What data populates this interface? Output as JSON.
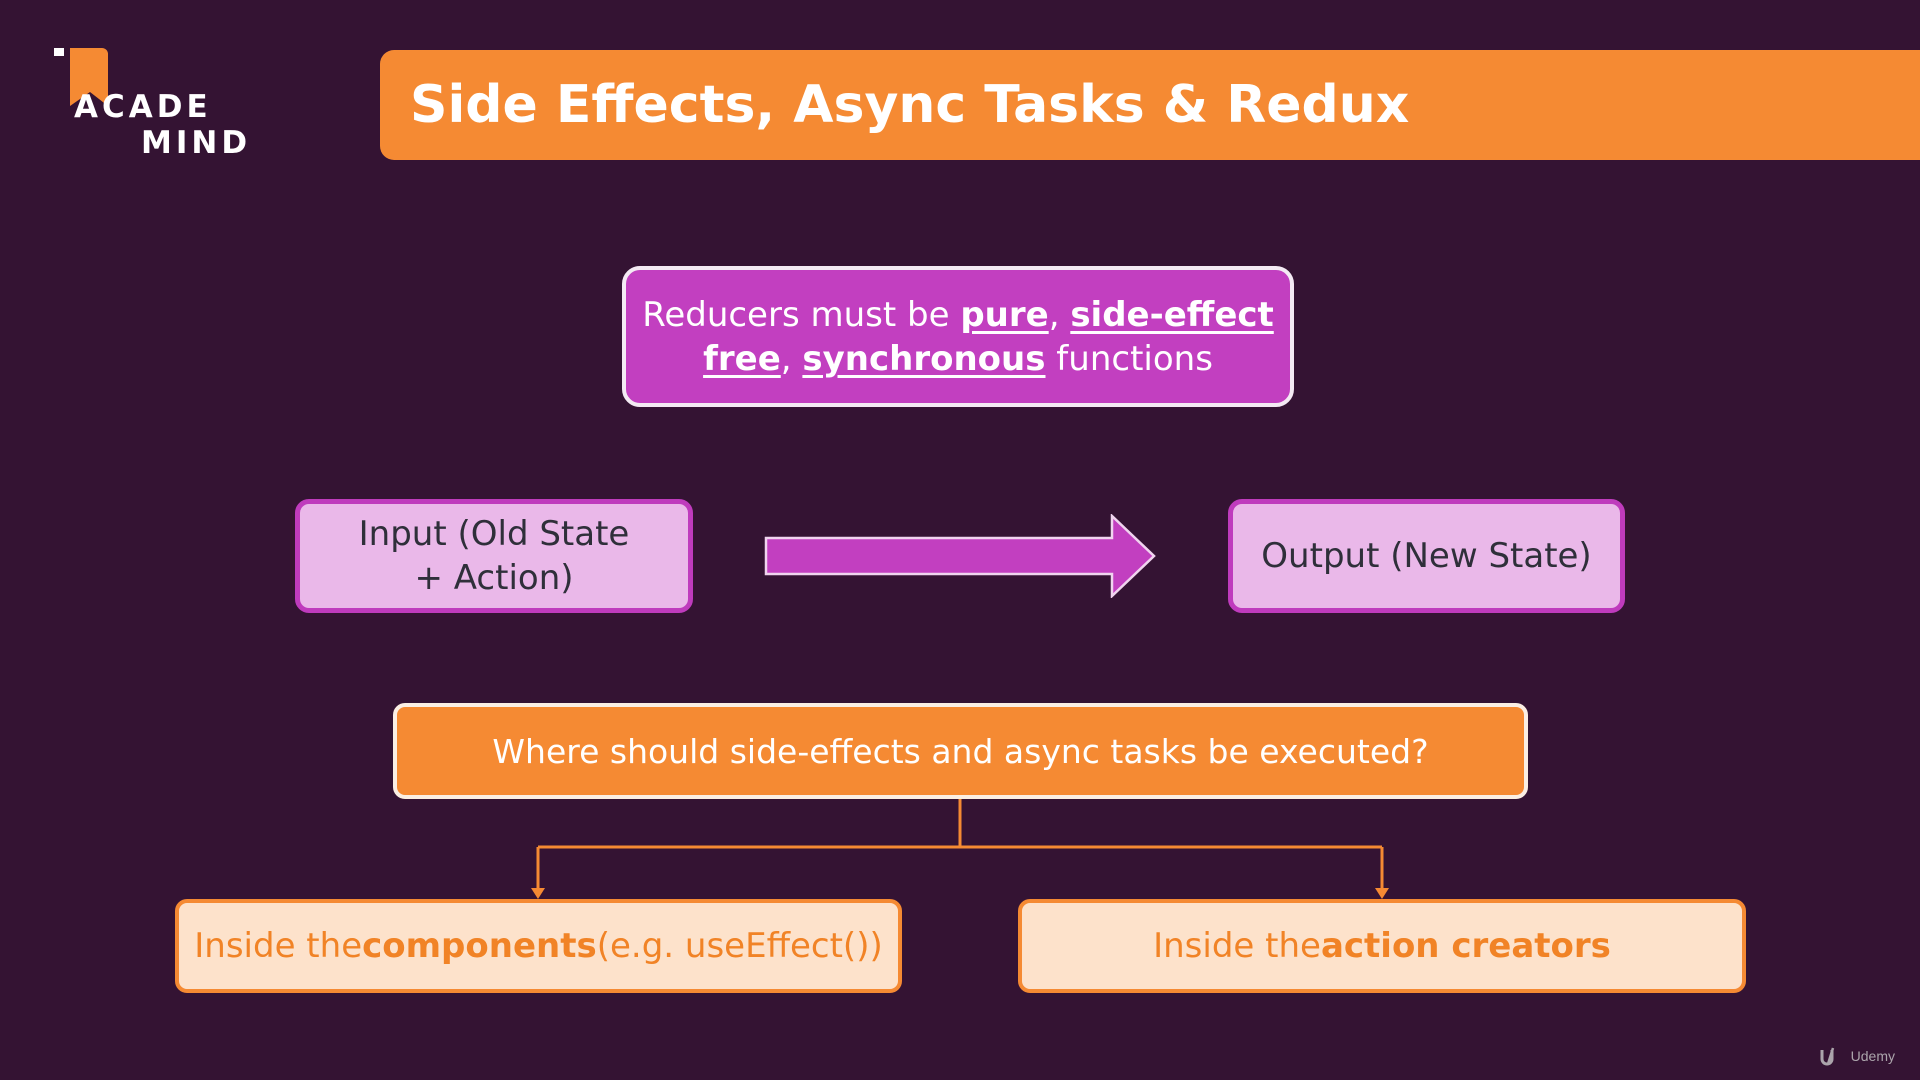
{
  "logo": {
    "line1": "ACADE",
    "line2": "MIND"
  },
  "title": "Side Effects, Async Tasks & Redux",
  "rule": {
    "prefix": "Reducers must be ",
    "pure": "pure",
    "sep1": ", ",
    "side_effect": "side-effect",
    "free": "free",
    "sep2": ", ",
    "synchronous": "synchronous",
    "suffix": " functions"
  },
  "flow": {
    "input_label": "Input (Old State + Action)",
    "output_label": "Output (New State)"
  },
  "question": "Where should side-effects and async tasks be executed?",
  "answers": {
    "components": {
      "prefix": "Inside the ",
      "bold": "components",
      "suffix": " (e.g. useEffect())"
    },
    "action_creators": {
      "prefix": "Inside the ",
      "bold": "action creators"
    }
  },
  "watermark": {
    "text": "Udemy",
    "icon": "udemy-logo-icon"
  },
  "colors": {
    "background": "#341333",
    "orange": "#f58a33",
    "magenta": "#c23fc0",
    "light_pink": "#eab8e9",
    "peach": "#fde2cb"
  }
}
